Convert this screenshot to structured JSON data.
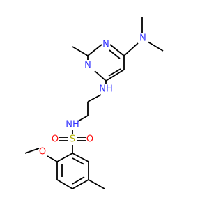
{
  "atoms": [
    {
      "id": "n_dimethyl",
      "symbol": "N",
      "name": "dimethylamino-nitrogen",
      "color": "#3333ff"
    },
    {
      "id": "n_ring_top",
      "symbol": "N",
      "name": "pyrimidine-nitrogen-1",
      "color": "#3333ff"
    },
    {
      "id": "n_ring_bottom",
      "symbol": "N",
      "name": "pyrimidine-nitrogen-3",
      "color": "#3333ff"
    },
    {
      "id": "nh_amine",
      "symbol": "NH",
      "sub": "",
      "name": "secondary-amine",
      "color": "#3333ff",
      "hydrogen_side": "right"
    },
    {
      "id": "nh_sulfonamide",
      "symbol": "NH",
      "name": "sulfonamide-nitrogen",
      "color": "#3333ff",
      "hydrogen_side": "left"
    },
    {
      "id": "s_sulfonyl",
      "symbol": "S",
      "name": "sulfonyl-sulfur",
      "color": "#b2b200"
    },
    {
      "id": "o_sulfonyl_left",
      "symbol": "O",
      "name": "sulfonyl-oxygen-left",
      "color": "#ff0d0d"
    },
    {
      "id": "o_sulfonyl_right",
      "symbol": "O",
      "name": "sulfonyl-oxygen-right",
      "color": "#ff0d0d"
    },
    {
      "id": "o_methoxy",
      "symbol": "O",
      "name": "methoxy-oxygen",
      "color": "#ff0d0d"
    }
  ],
  "colors": {
    "bond": "#000000",
    "nitrogen": "#3333ff",
    "oxygen": "#ff0d0d",
    "sulfur": "#b2b200",
    "background": "#ffffff"
  }
}
